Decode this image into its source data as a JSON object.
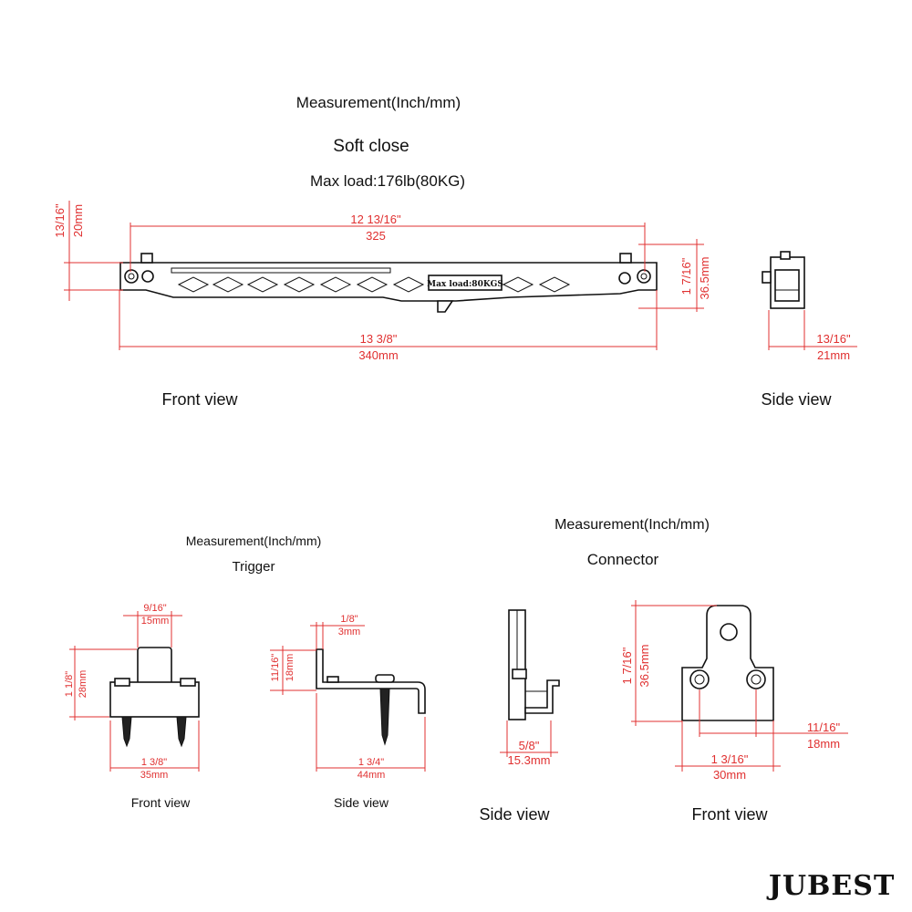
{
  "header": {
    "measurement": "Measurement(Inch/mm)",
    "subtitle": "Soft close",
    "max_load": "Max load:176lb(80KG)"
  },
  "main_part": {
    "label_plate": "Max load:80KGS",
    "dim_top_in": "12 13/16\"",
    "dim_top_mm": "325",
    "dim_bottom_in": "13 3/8\"",
    "dim_bottom_mm": "340mm",
    "dim_left_in": "13/16\"",
    "dim_left_mm": "20mm",
    "dim_right_in": "1 7/16\"",
    "dim_right_mm": "36.5mm",
    "side_in": "13/16\"",
    "side_mm": "21mm",
    "front_label": "Front view",
    "side_label": "Side view"
  },
  "trigger": {
    "measurement": "Measurement(Inch/mm)",
    "title": "Trigger",
    "front_top_in": "9/16\"",
    "front_top_mm": "15mm",
    "front_left_in": "1 1/8\"",
    "front_left_mm": "28mm",
    "front_bottom_in": "1 3/8\"",
    "front_bottom_mm": "35mm",
    "side_top_in": "1/8\"",
    "side_top_mm": "3mm",
    "side_left_in": "11/16\"",
    "side_left_mm": "18mm",
    "side_bottom_in": "1 3/4\"",
    "side_bottom_mm": "44mm",
    "front_label": "Front view",
    "side_label": "Side view"
  },
  "connector": {
    "measurement": "Measurement(Inch/mm)",
    "title": "Connector",
    "side_in": "5/8\"",
    "side_mm": "15.3mm",
    "front_left_in": "1 7/16\"",
    "front_left_mm": "36.5mm",
    "front_hole_in": "11/16\"",
    "front_hole_mm": "18mm",
    "front_bottom_in": "1 3/16\"",
    "front_bottom_mm": "30mm",
    "side_label": "Side view",
    "front_label": "Front view"
  },
  "brand": "JUBEST"
}
